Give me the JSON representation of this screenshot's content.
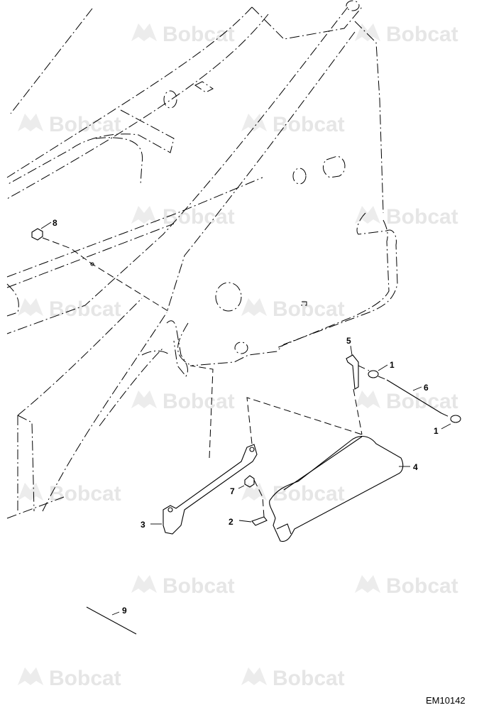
{
  "watermark": {
    "text": "Bobcat",
    "color": "#e6e6e6"
  },
  "callouts": [
    "1",
    "1",
    "2",
    "3",
    "4",
    "5",
    "6",
    "7",
    "8",
    "9"
  ],
  "drawing_number": "EM10142",
  "colors": {
    "line": "#000000",
    "background": "#ffffff"
  }
}
